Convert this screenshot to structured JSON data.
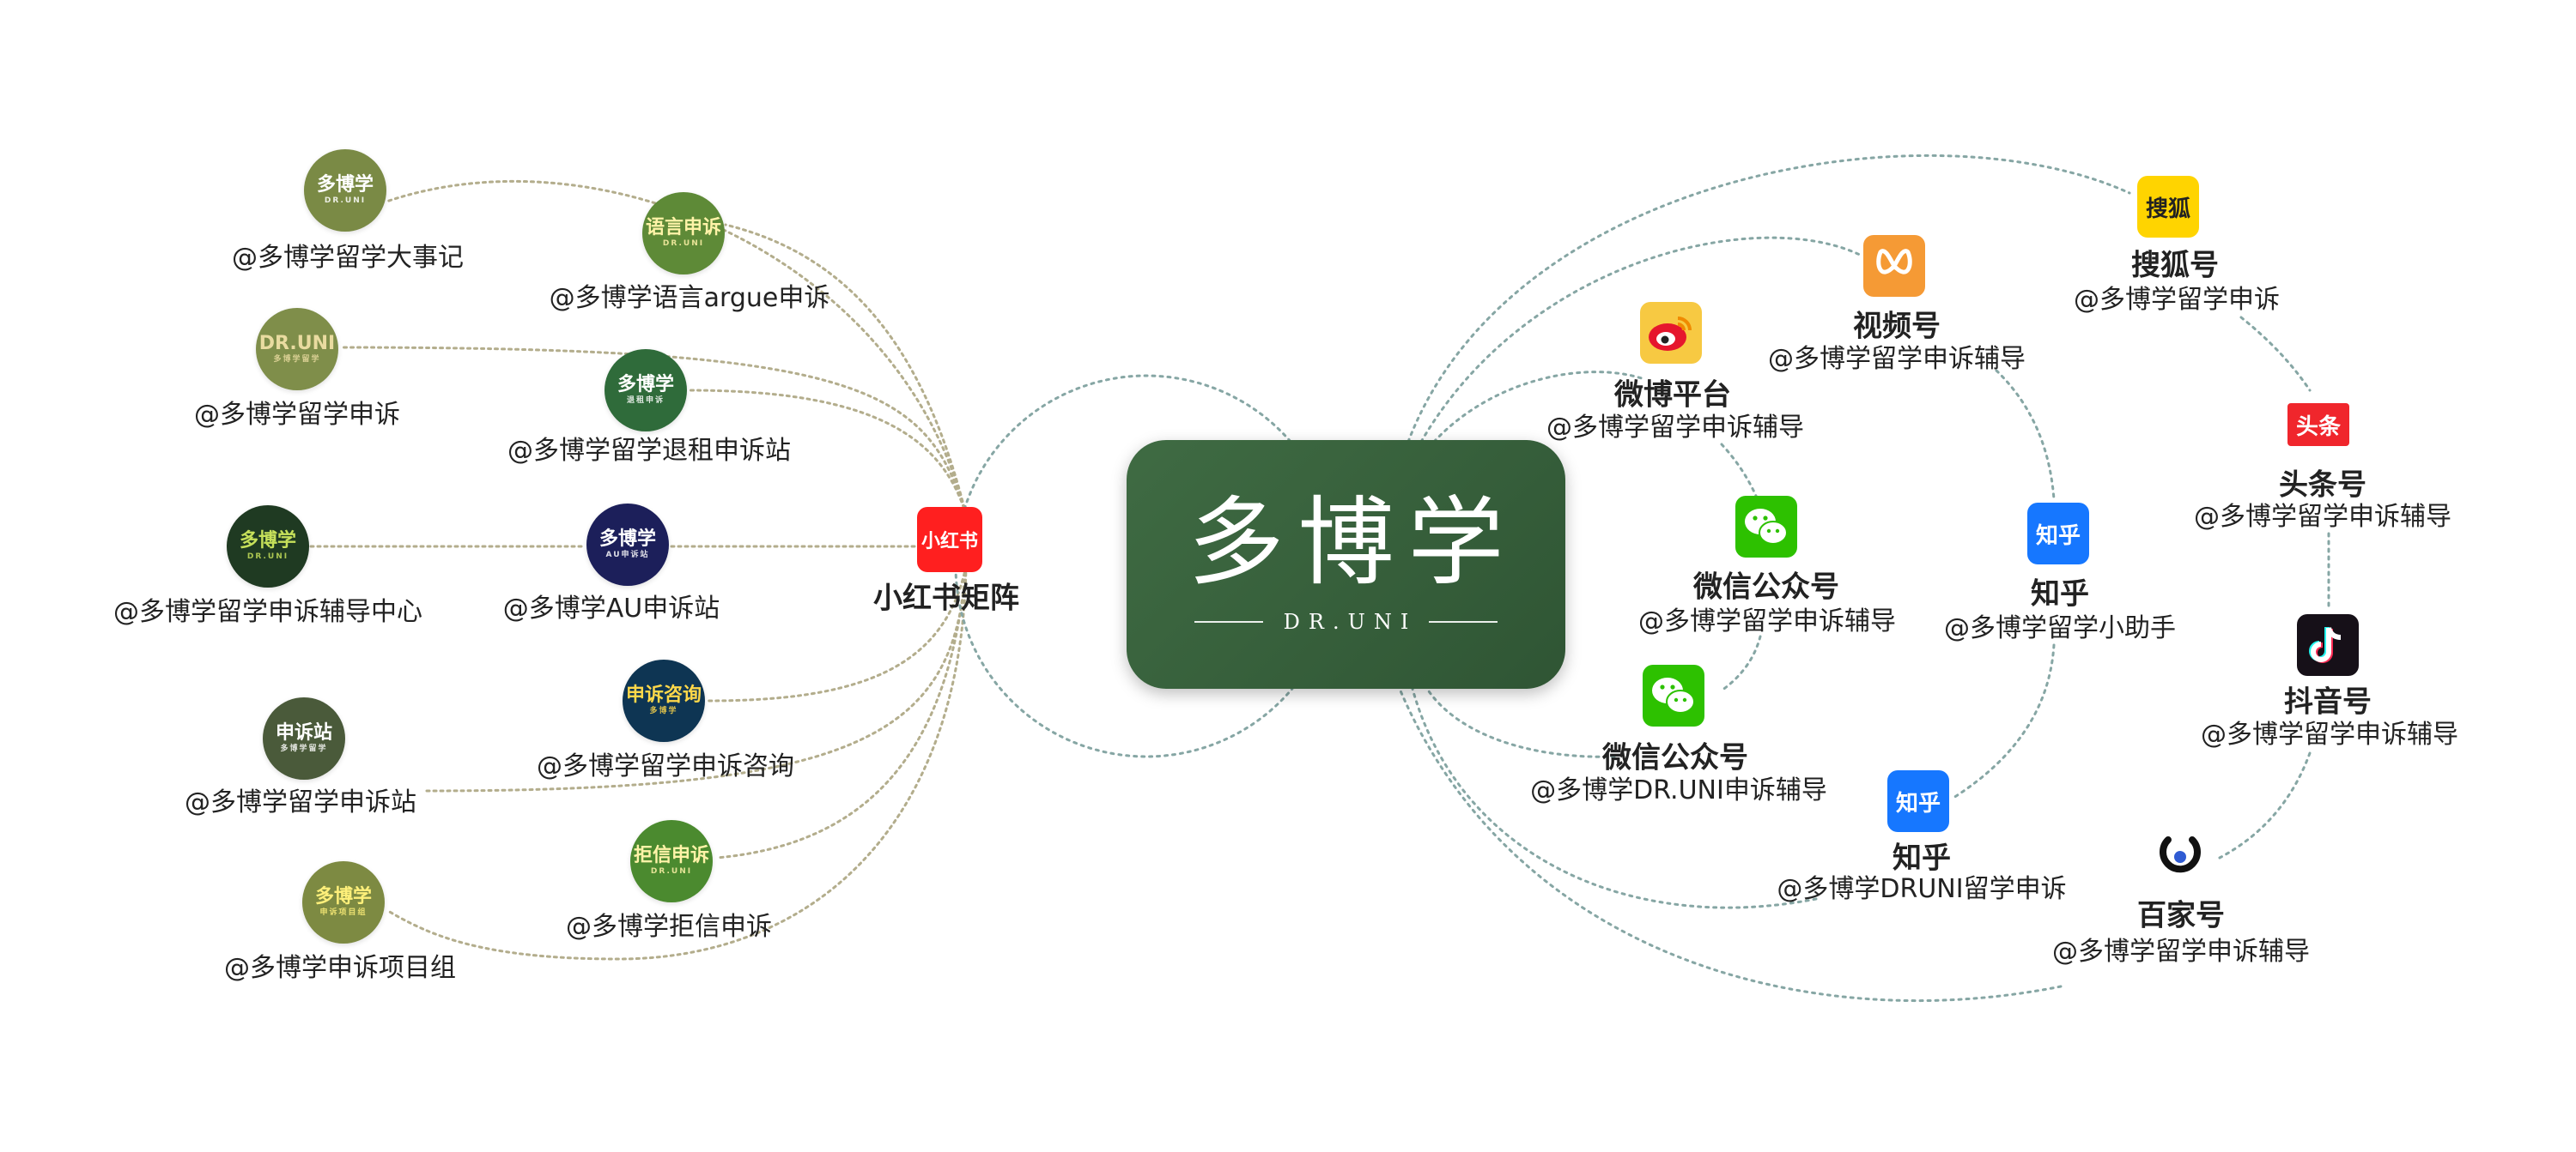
{
  "center": {
    "title": "多博学",
    "subtitle": "DR.UNI"
  },
  "xiaohongshu": {
    "icon_text": "小红书",
    "label": "小红书矩阵",
    "accounts": [
      {
        "handle": "@多博学留学大事记",
        "avatar_text": "多博学",
        "avatar_sub": "DR.UNI",
        "color": "#7a8a45",
        "text_color": "#ffffff"
      },
      {
        "handle": "@多博学语言argue申诉",
        "avatar_text": "语言申诉",
        "avatar_sub": "DR.UNI",
        "color": "#5e8a37",
        "text_color": "#fff3a8"
      },
      {
        "handle": "@多博学留学申诉",
        "avatar_text": "DR.UNI",
        "avatar_sub": "多博学留学",
        "color": "#7f8e4a",
        "text_color": "#e9dba0"
      },
      {
        "handle": "@多博学留学退租申诉站",
        "avatar_text": "多博学",
        "avatar_sub": "退租申诉",
        "color": "#2f6b3a",
        "text_color": "#fff"
      },
      {
        "handle": "@多博学留学申诉辅导中心",
        "avatar_text": "多博学",
        "avatar_sub": "DR.UNI",
        "color": "#1f3a22",
        "text_color": "#c6e05a"
      },
      {
        "handle": "@多博学AU申诉站",
        "avatar_text": "多博学",
        "avatar_sub": "AU申诉站",
        "color": "#1c1f5a",
        "text_color": "#ffffff"
      },
      {
        "handle": "@多博学留学申诉站",
        "avatar_text": "申诉站",
        "avatar_sub": "多博学留学",
        "color": "#4a5a3a",
        "text_color": "#ffffff"
      },
      {
        "handle": "@多博学留学申诉咨询",
        "avatar_text": "申诉咨询",
        "avatar_sub": "多博学",
        "color": "#0e3553",
        "text_color": "#ffd84a"
      },
      {
        "handle": "@多博学申诉项目组",
        "avatar_text": "多博学",
        "avatar_sub": "申诉项目组",
        "color": "#7d8a42",
        "text_color": "#fff07a"
      },
      {
        "handle": "@多博学拒信申诉",
        "avatar_text": "拒信申诉",
        "avatar_sub": "DR.UNI",
        "color": "#4b8a2f",
        "text_color": "#fff3a8"
      }
    ]
  },
  "platforms": [
    {
      "title": "微博平台",
      "handle": "@多博学留学申诉辅导",
      "icon": "weibo-icon",
      "color": "#f7c942"
    },
    {
      "title": "视频号",
      "handle": "@多博学留学申诉辅导",
      "icon": "channels-icon",
      "color": "#f59a35"
    },
    {
      "title": "搜狐号",
      "handle": "@多博学留学申诉",
      "icon": "sohu-icon",
      "icon_text": "搜狐",
      "color": "#ffd400"
    },
    {
      "title": "头条号",
      "handle": "@多博学留学申诉辅导",
      "icon": "toutiao-icon",
      "icon_text": "头条",
      "color": "#f0262c"
    },
    {
      "title": "微信公众号",
      "handle": "@多博学留学申诉辅导",
      "icon": "wechat-icon",
      "color": "#2dc100"
    },
    {
      "title": "知乎",
      "handle": "@多博学留学小助手",
      "icon": "zhihu-icon",
      "icon_text": "知乎",
      "color": "#1677ff"
    },
    {
      "title": "抖音号",
      "handle": "@多博学留学申诉辅导",
      "icon": "douyin-icon",
      "color": "#161018"
    },
    {
      "title": "微信公众号",
      "handle": "@多博学DR.UNI申诉辅导",
      "icon": "wechat-icon",
      "color": "#2dc100"
    },
    {
      "title": "知乎",
      "handle": "@多博学DRUNI留学申诉",
      "icon": "zhihu-icon",
      "icon_text": "知乎",
      "color": "#1677ff"
    },
    {
      "title": "百家号",
      "handle": "@多博学留学申诉辅导",
      "icon": "baijiahao-icon",
      "color": "#2f5bd3"
    }
  ],
  "colors": {
    "left_link": "#b3ad8c",
    "right_link": "#86a6a4",
    "brand_green": "#3a6340",
    "xhs_red": "#ff1f1f"
  }
}
